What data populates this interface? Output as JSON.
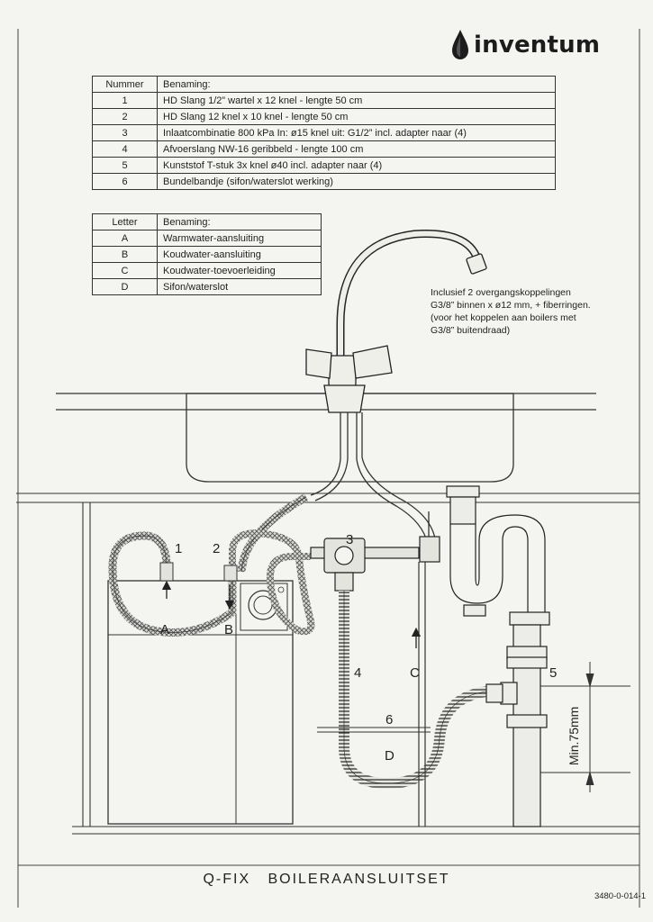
{
  "brand": {
    "name": "inventum"
  },
  "parts_table": {
    "headers": [
      "Nummer",
      "Benaming:"
    ],
    "rows": [
      [
        "1",
        "HD Slang 1/2” wartel x 12 knel - lengte 50 cm"
      ],
      [
        "2",
        "HD Slang 12 knel x 10 knel - lengte 50 cm"
      ],
      [
        "3",
        "Inlaatcombinatie 800 kPa  In: ø15 knel  uit: G1/2” incl. adapter naar (4)"
      ],
      [
        "4",
        "Afvoerslang NW-16 geribbeld - lengte 100 cm"
      ],
      [
        "5",
        "Kunststof T-stuk 3x knel ø40 incl. adapter naar (4)"
      ],
      [
        "6",
        "Bundelbandje (sifon/waterslot werking)"
      ]
    ]
  },
  "letters_table": {
    "headers": [
      "Letter",
      "Benaming:"
    ],
    "rows": [
      [
        "A",
        "Warmwater-aansluiting"
      ],
      [
        "B",
        "Koudwater-aansluiting"
      ],
      [
        "C",
        "Koudwater-toevoerleiding"
      ],
      [
        "D",
        "Sifon/waterslot"
      ]
    ]
  },
  "note": {
    "lines": [
      "Inclusief 2 overgangskoppelingen",
      "G3/8” binnen x ø12 mm, + fiberringen.",
      "(voor het koppelen aan boilers met",
      "G3/8” buitendraad)"
    ]
  },
  "diagram": {
    "labels": {
      "n1": "1",
      "n2": "2",
      "n3": "3",
      "n4": "4",
      "n5": "5",
      "n6": "6",
      "A": "A",
      "B": "B",
      "C": "C",
      "D": "D",
      "min": "Min.75mm"
    }
  },
  "footer": {
    "title": "Q-FIX   BOILERAANSLUITSET",
    "code": "3480-0-014-1"
  }
}
